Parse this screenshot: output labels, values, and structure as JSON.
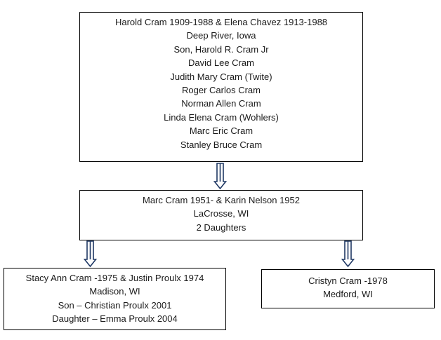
{
  "generation_1": {
    "lines": [
      "Harold Cram 1909-1988 & Elena Chavez 1913-1988",
      "Deep River, Iowa",
      "Son, Harold R. Cram Jr",
      "David Lee Cram",
      "Judith Mary Cram (Twite)",
      "Roger Carlos Cram",
      "Norman Allen Cram",
      "Linda Elena Cram (Wohlers)",
      "Marc Eric Cram",
      "Stanley Bruce Cram"
    ]
  },
  "generation_2": {
    "lines": [
      "Marc Cram 1951- & Karin Nelson 1952",
      "LaCrosse, WI",
      "2 Daughters"
    ]
  },
  "generation_3_left": {
    "lines": [
      "Stacy Ann Cram -1975 & Justin Proulx 1974",
      "Madison, WI",
      "Son – Christian Proulx 2001",
      "Daughter – Emma Proulx 2004"
    ]
  },
  "generation_3_right": {
    "lines": [
      "Cristyn Cram -1978",
      "Medford, WI"
    ]
  },
  "colors": {
    "arrow_stroke": "#1f3864",
    "arrow_fill": "#ffffff",
    "box_border": "#000000"
  }
}
